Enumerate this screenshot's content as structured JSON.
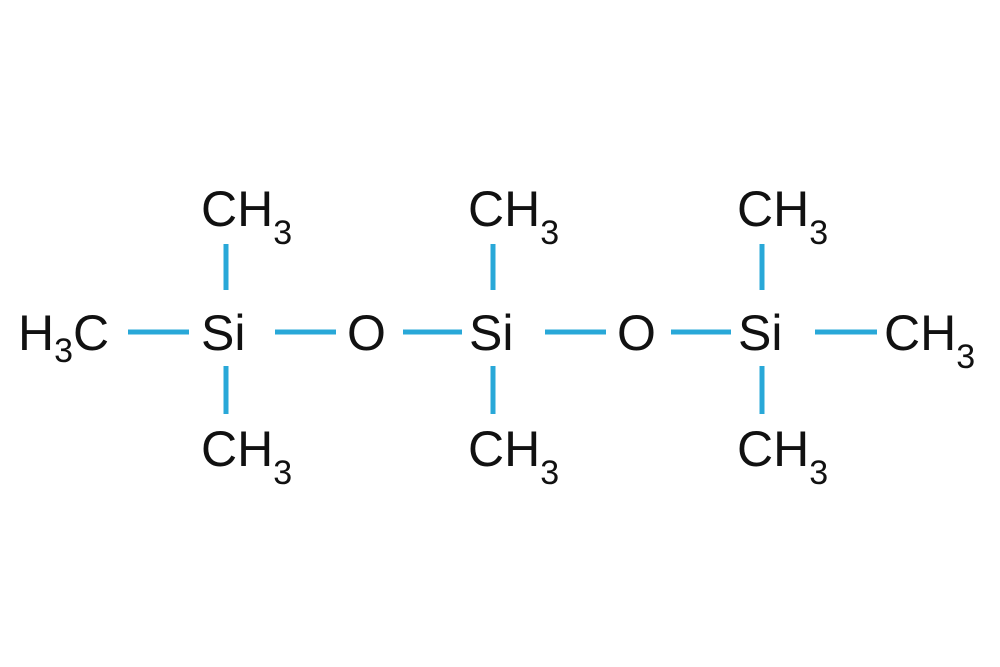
{
  "colors": {
    "bond": "#29a8d8",
    "atom": "#111111",
    "background": "#ffffff"
  },
  "atoms": {
    "h3c_left": {
      "main": "H",
      "sub": "3",
      "tail": "C"
    },
    "si1": "Si",
    "si2": "Si",
    "si3": "Si",
    "o1": "O",
    "o2": "O",
    "ch3_si1_top": {
      "main": "CH",
      "sub": "3"
    },
    "ch3_si1_bottom": {
      "main": "CH",
      "sub": "3"
    },
    "ch3_si2_top": {
      "main": "CH",
      "sub": "3"
    },
    "ch3_si2_bottom": {
      "main": "CH",
      "sub": "3"
    },
    "ch3_si3_top": {
      "main": "CH",
      "sub": "3"
    },
    "ch3_si3_bottom": {
      "main": "CH",
      "sub": "3"
    },
    "ch3_right": {
      "main": "CH",
      "sub": "3"
    }
  }
}
